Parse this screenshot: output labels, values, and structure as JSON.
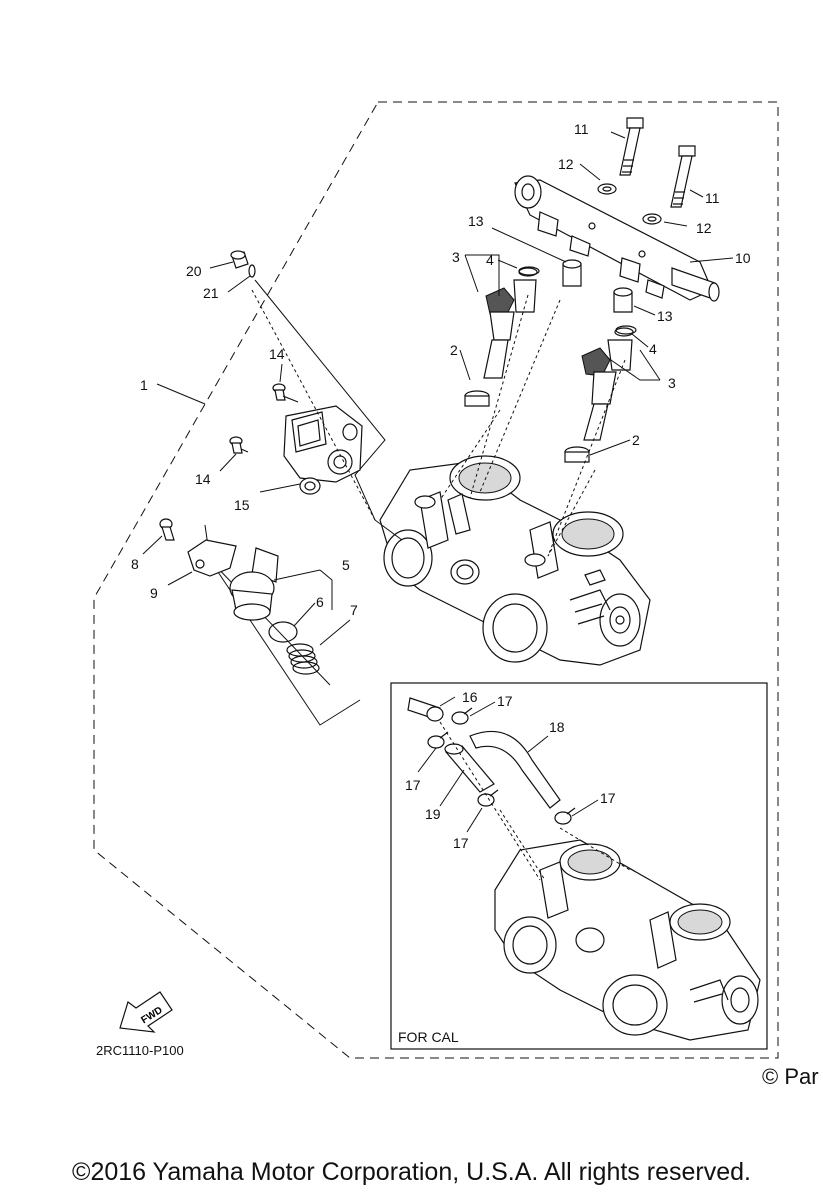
{
  "callouts": {
    "n1": "1",
    "n2a": "2",
    "n2b": "2",
    "n3a": "3",
    "n3b": "3",
    "n4a": "4",
    "n4b": "4",
    "n5": "5",
    "n6": "6",
    "n7": "7",
    "n8": "8",
    "n9": "9",
    "n10": "10",
    "n11a": "11",
    "n11b": "11",
    "n12a": "12",
    "n12b": "12",
    "n13a": "13",
    "n13b": "13",
    "n14a": "14",
    "n14b": "14",
    "n15": "15",
    "n16": "16",
    "n17a": "17",
    "n17b": "17",
    "n17c": "17",
    "n17d": "17",
    "n18": "18",
    "n19": "19",
    "n20": "20",
    "n21": "21"
  },
  "inset_label": "FOR CAL",
  "fwd_label": "FWD",
  "diagram_code": "2RC1110-P100",
  "watermark": "© Par",
  "copyright": "©2016 Yamaha Motor Corporation, U.S.A. All rights reserved."
}
